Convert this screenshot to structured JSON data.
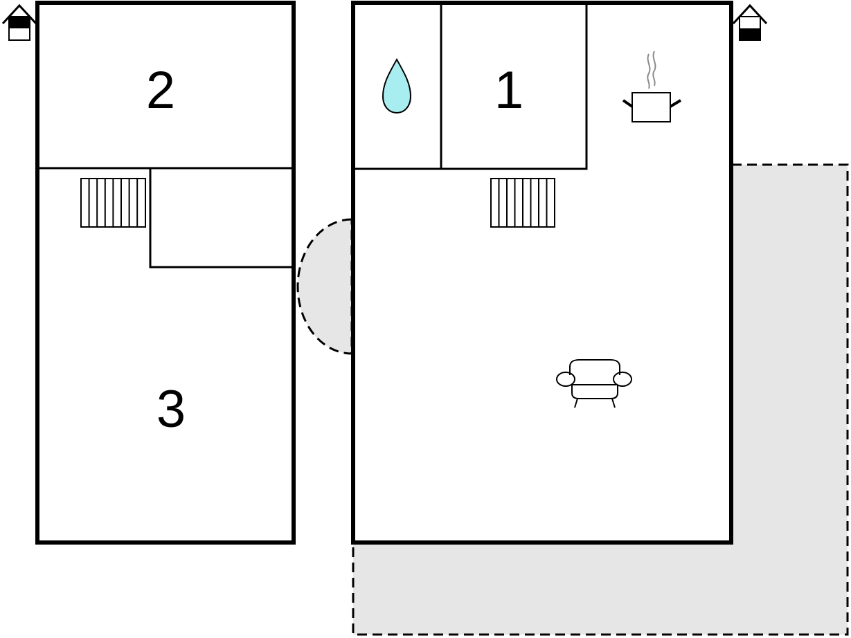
{
  "rooms": {
    "room_1": "1",
    "room_2": "2",
    "room_3": "3"
  },
  "icons": {
    "floor_indicator_left": "floor-lower-house-icon",
    "floor_indicator_right": "floor-upper-house-icon",
    "bathroom": "water-drop-icon",
    "kitchen": "cooking-pot-icon",
    "living": "armchair-icon",
    "stairs": "stairs-icon"
  },
  "colors": {
    "wall": "#000000",
    "outdoor_area": "#e6e6e6",
    "water_drop": "#a8eef0"
  }
}
